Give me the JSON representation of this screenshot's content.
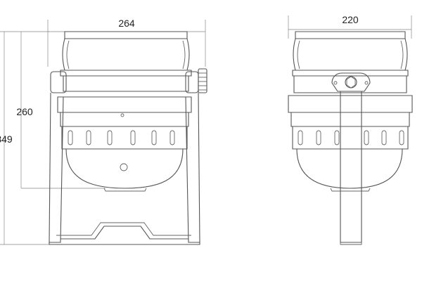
{
  "dimensions": {
    "width_front": "264",
    "height_body": "260",
    "height_total": "349",
    "width_side": "220"
  }
}
